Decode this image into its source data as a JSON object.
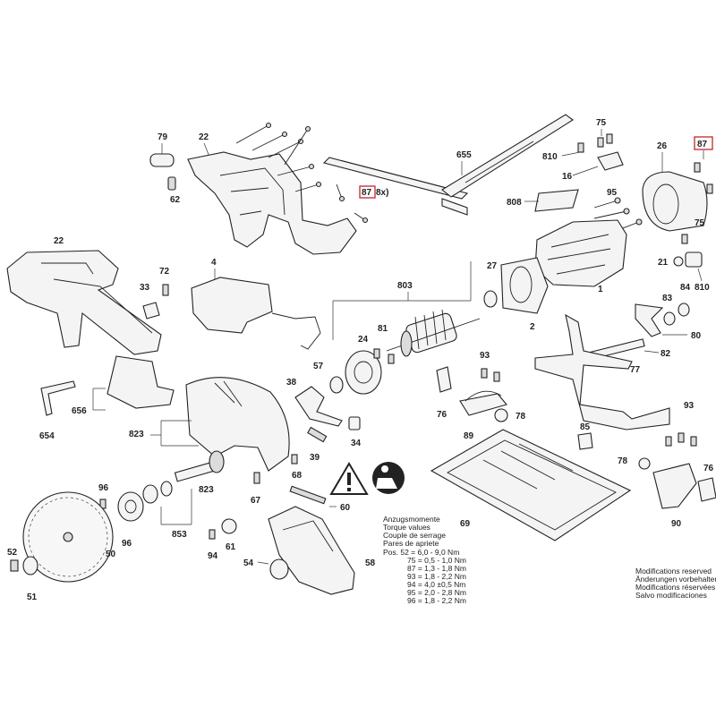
{
  "labels": {
    "l79": "79",
    "l22a": "22",
    "l62": "62",
    "l87a": "87",
    "l87a_qty": "8x)",
    "l655": "655",
    "l75a": "75",
    "l810a": "810",
    "l16": "16",
    "l26": "26",
    "l87b": "87",
    "l808": "808",
    "l95a": "95",
    "l75b": "75",
    "l21": "21",
    "l810b": "810",
    "l22b": "22",
    "l72": "72",
    "l4": "4",
    "l33": "33",
    "l803": "803",
    "l27": "27",
    "l1": "1",
    "l84": "84",
    "l83": "83",
    "l2": "2",
    "l80": "80",
    "l82": "82",
    "l77": "77",
    "l24": "24",
    "l81": "81",
    "l57": "57",
    "l93a": "93",
    "l38": "38",
    "l656": "656",
    "l654": "654",
    "l76a": "76",
    "l78a": "78",
    "l89": "89",
    "l34": "34",
    "l823a": "823",
    "l823b": "823",
    "l39": "39",
    "l68": "68",
    "l85": "85",
    "l96a": "96",
    "l96b": "96",
    "l853": "853",
    "l67": "67",
    "l60": "60",
    "l69": "69",
    "l78b": "78",
    "l93b": "93",
    "l76b": "76",
    "l90": "90",
    "l50": "50",
    "l94": "94",
    "l61": "61",
    "l52": "52",
    "l54": "54",
    "l58": "58",
    "l51": "51"
  },
  "torque": {
    "lines": [
      "Anzugsmomente",
      "Torque values",
      "Couple de serrage",
      "Pares de apriete"
    ],
    "rows": [
      "Pos.  52 = 6,0 - 9,0 Nm",
      "75 = 0,5 - 1,0 Nm",
      "87 = 1,3 - 1,8 Nm",
      "93 = 1,8 - 2,2 Nm",
      "94 = 4,0 ±0,5 Nm",
      "95 = 2,0 - 2,8 Nm",
      "96 = 1,8 - 2,2 Nm"
    ]
  },
  "modifications": {
    "lines": [
      "Modifications reserved",
      "Änderungen vorbehalten",
      "Modifications réservées",
      "Salvo modificaciones"
    ]
  },
  "icons": {
    "warning": "warning-triangle-icon",
    "manual": "read-manual-icon"
  }
}
